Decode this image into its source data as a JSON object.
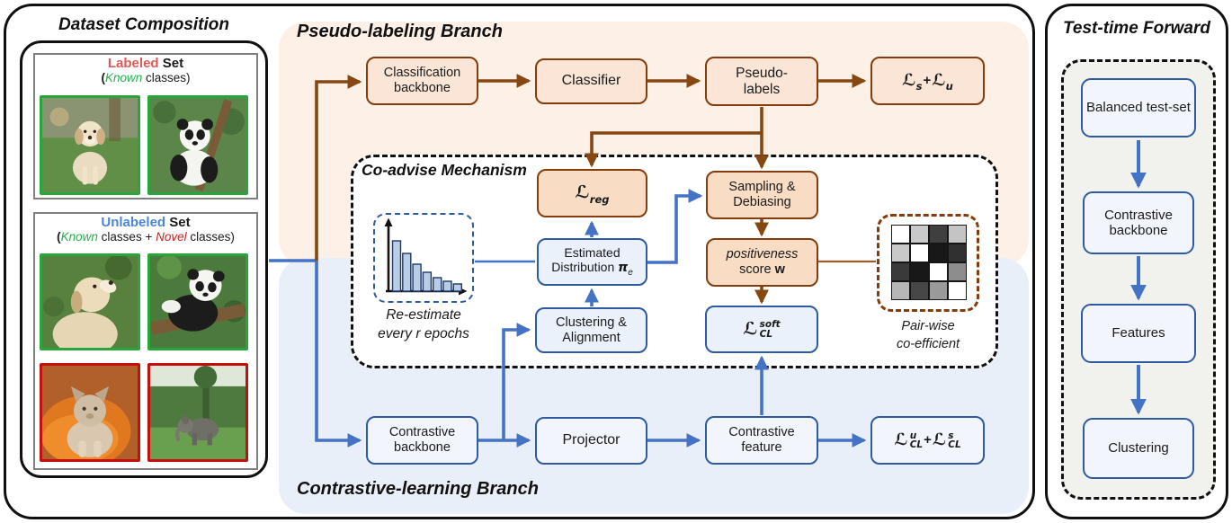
{
  "colors": {
    "brown_border": "#843c0c",
    "brown_arrow": "#874712",
    "blue_border": "#2e5b9f",
    "blue_arrow": "#4472c4",
    "peach_region": "#fdf1e7",
    "blue_region": "#e9eff8",
    "known_green_border": "#27a63c",
    "novel_red_border": "#c40f0f",
    "labeled_red": "#e25757",
    "unlabeled_blue": "#4a86d8"
  },
  "dataset": {
    "title": "Dataset Composition",
    "labeled": {
      "title_main": "Labeled",
      "title_rest": " Set",
      "sub_open": "(",
      "sub_known": "Known",
      "sub_rest": " classes)"
    },
    "unlabeled": {
      "title_main": "Unlabeled",
      "title_rest": " Set",
      "sub_open": "(",
      "sub_known": "Known",
      "sub_mid": " classes + ",
      "sub_novel": "Novel",
      "sub_rest": " classes)"
    }
  },
  "pseudo_branch": {
    "title": "Pseudo-labeling Branch",
    "classification_backbone": "Classification backbone",
    "classifier": "Classifier",
    "pseudo_labels_line1": "Pseudo-",
    "pseudo_labels_line2": "labels",
    "loss_su": {
      "l1": "ℒ",
      "sub1": "s",
      "plus": "+",
      "l2": "ℒ",
      "sub2": "u"
    }
  },
  "coadvise": {
    "title": "Co-advise Mechanism",
    "loss_reg": {
      "l": "ℒ",
      "sub": "reg"
    },
    "sampling": "Sampling & Debiasing",
    "positiveness": {
      "line1": "positiveness",
      "line2": "score ",
      "w": "w"
    },
    "estimated": {
      "line1": "Estimated",
      "line2": "Distribution ",
      "pi": "π",
      "pi_sub": "e"
    },
    "clustering": "Clustering & Alignment",
    "loss_cl_soft": {
      "l": "ℒ",
      "sup": "soft",
      "sub": "CL"
    },
    "histogram": {
      "caption1": "Re-estimate",
      "caption2": "every r epochs",
      "values": [
        56,
        42,
        30,
        21,
        15,
        11,
        8
      ]
    },
    "matrix": {
      "caption1": "Pair-wise",
      "caption2": "co-efficient",
      "cells": [
        "#ffffff",
        "#c9c9c9",
        "#3f3f3f",
        "#c4c4c4",
        "#c9c9c9",
        "#ffffff",
        "#181818",
        "#303030",
        "#3a3a3a",
        "#181818",
        "#ffffff",
        "#8d8d8d",
        "#b6b6b6",
        "#474747",
        "#9a9a9a",
        "#ffffff"
      ]
    }
  },
  "contrastive_branch": {
    "title": "Contrastive-learning Branch",
    "contrastive_backbone": "Contrastive backbone",
    "projector": "Projector",
    "contrastive_feature": "Contrastive feature",
    "loss_cl": {
      "l1": "ℒ",
      "sup1": "u",
      "sub1": "CL",
      "plus": "+ ",
      "l2": "ℒ",
      "sup2": "s",
      "sub2": "CL"
    }
  },
  "testtime": {
    "title": "Test-time Forward",
    "balanced": "Balanced test-set",
    "backbone": "Contrastive backbone",
    "features": "Features",
    "clustering": "Clustering"
  }
}
